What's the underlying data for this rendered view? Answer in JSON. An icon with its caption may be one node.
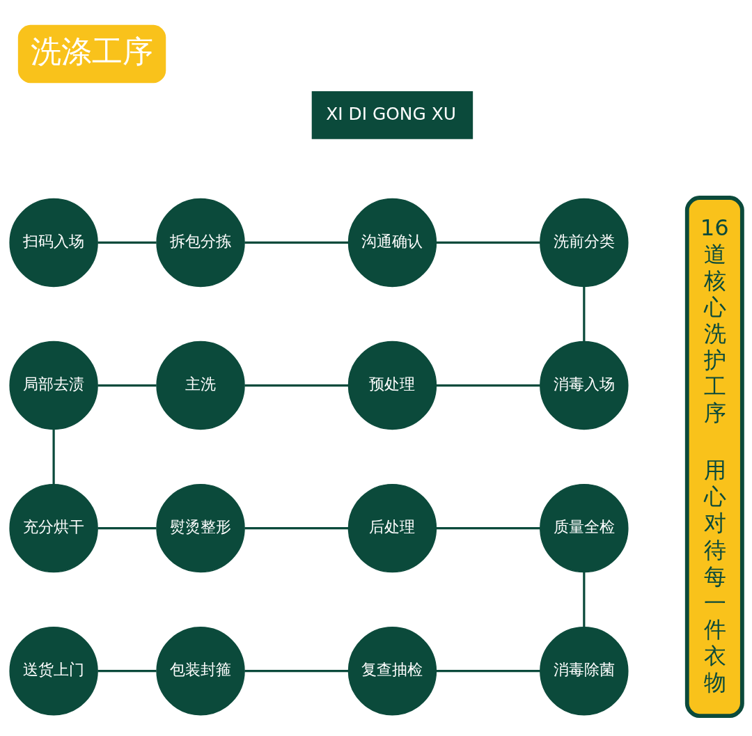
{
  "diagram": {
    "title": "洗涤工序",
    "nodes": [
      {
        "text": [
          "扫码入场"
        ]
      },
      {
        "text": [
          "拆包分拣"
        ]
      },
      {
        "text": [
          "沟通确认"
        ]
      },
      {
        "text": [
          "洗前分类"
        ]
      },
      {
        "text": [
          "消毒入场"
        ]
      },
      {
        "text": [
          "预处理"
        ]
      },
      {
        "text": [
          "主洗"
        ]
      },
      {
        "text": [
          "局部去渍"
        ]
      },
      {
        "text": [
          "充分烘干"
        ]
      },
      {
        "text": [
          "熨烫整形"
        ]
      },
      {
        "text": [
          "后处理"
        ]
      },
      {
        "text": [
          "质量全检"
        ]
      },
      {
        "text": [
          "消毒除菌"
        ]
      },
      {
        "text": [
          "复查抽检"
        ]
      },
      {
        "text": [
          "包装封箍"
        ]
      },
      {
        "text": [
          "送货上门"
        ]
      },
      {
        "text": [
          "16道核心洗护工序",
          "用心对待每一件衣物"
        ]
      }
    ],
    "edges": [
      {
        "from": 0,
        "to": 1,
        "arrow": "none"
      },
      {
        "from": 1,
        "to": 2,
        "arrow": "none"
      },
      {
        "from": 2,
        "to": 3,
        "arrow": "none"
      },
      {
        "from": 3,
        "to": 4,
        "arrow": "none"
      },
      {
        "from": 4,
        "to": 5,
        "arrow": "none"
      },
      {
        "from": 5,
        "to": 6,
        "arrow": "none"
      },
      {
        "from": 6,
        "to": 7,
        "arrow": "none"
      },
      {
        "from": 7,
        "to": 8,
        "arrow": "none"
      },
      {
        "from": 8,
        "to": 9,
        "arrow": "none"
      },
      {
        "from": 9,
        "to": 10,
        "arrow": "none"
      },
      {
        "from": 10,
        "to": 11,
        "arrow": "none"
      },
      {
        "from": 11,
        "to": 12,
        "arrow": "none"
      },
      {
        "from": 12,
        "to": 13,
        "arrow": "none"
      },
      {
        "from": 13,
        "to": 14,
        "arrow": "none"
      },
      {
        "from": 14,
        "to": 15,
        "arrow": "none"
      }
    ],
    "labels": [
      "XI DI GONG XU"
    ]
  }
}
